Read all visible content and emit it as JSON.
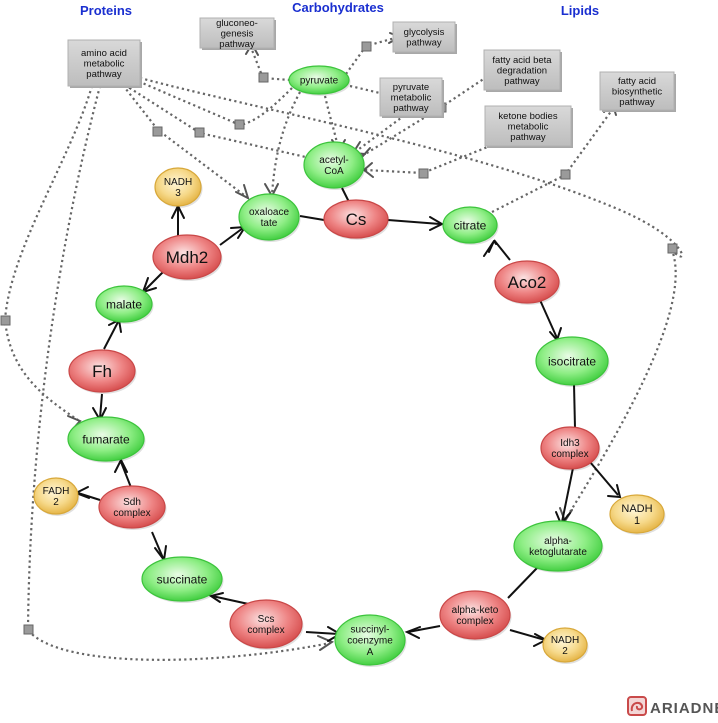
{
  "headers": {
    "proteins": "Proteins",
    "carbohydrates": "Carbohydrates",
    "lipids": "Lipids"
  },
  "boxes": {
    "amino_acid": [
      "amino acid",
      "metabolic",
      "pathway"
    ],
    "gluconeogenesis": [
      "gluconeo-",
      "genesis",
      "pathway"
    ],
    "glycolysis": [
      "glycolysis",
      "pathway"
    ],
    "pyruvate_metabolic": [
      "pyruvate",
      "metabolic",
      "pathway"
    ],
    "fatty_acid_beta": [
      "fatty acid beta",
      "degradation",
      "pathway"
    ],
    "ketone_bodies": [
      "ketone bodies",
      "metabolic",
      "pathway"
    ],
    "fatty_acid_biosynthetic": [
      "fatty acid",
      "biosynthetic",
      "pathway"
    ]
  },
  "metabolites": {
    "pyruvate": [
      "pyruvate"
    ],
    "acetyl_coa": [
      "acetyl-",
      "CoA"
    ],
    "oxaloacetate": [
      "oxaloace",
      "tate"
    ],
    "citrate": [
      "citrate"
    ],
    "isocitrate": [
      "isocitrate"
    ],
    "alpha_ketoglutarate": [
      "alpha-",
      "ketoglutarate"
    ],
    "succinyl_coa": [
      "succinyl-",
      "coenzyme",
      "A"
    ],
    "succinate": [
      "succinate"
    ],
    "fumarate": [
      "fumarate"
    ],
    "malate": [
      "malate"
    ]
  },
  "enzymes": {
    "cs": [
      "Cs"
    ],
    "aco2": [
      "Aco2"
    ],
    "idh3": [
      "Idh3",
      "complex"
    ],
    "alpha_keto": [
      "alpha-keto",
      "complex"
    ],
    "scs": [
      "Scs",
      "complex"
    ],
    "sdh": [
      "Sdh",
      "complex"
    ],
    "fh": [
      "Fh"
    ],
    "mdh2": [
      "Mdh2"
    ]
  },
  "cofactors": {
    "nadh3": [
      "NADH",
      "3"
    ],
    "nadh1": [
      "NADH",
      "1"
    ],
    "nadh2": [
      "NADH",
      "2"
    ],
    "fadh2": [
      "FADH",
      "2"
    ]
  },
  "logo": {
    "text": "ARIADNE",
    "icon": "ariadne-logo-icon"
  },
  "colors": {
    "header_blue": "#1a2fd0",
    "metabolite_fill": "#7be87b",
    "metabolite_stroke": "#3cc43c",
    "enzyme_fill": "#e86a6a",
    "enzyme_stroke": "#c94848",
    "cofactor_fill": "#f2d070",
    "cofactor_stroke": "#d8a83a",
    "box_fill": "#c8c8c8"
  }
}
